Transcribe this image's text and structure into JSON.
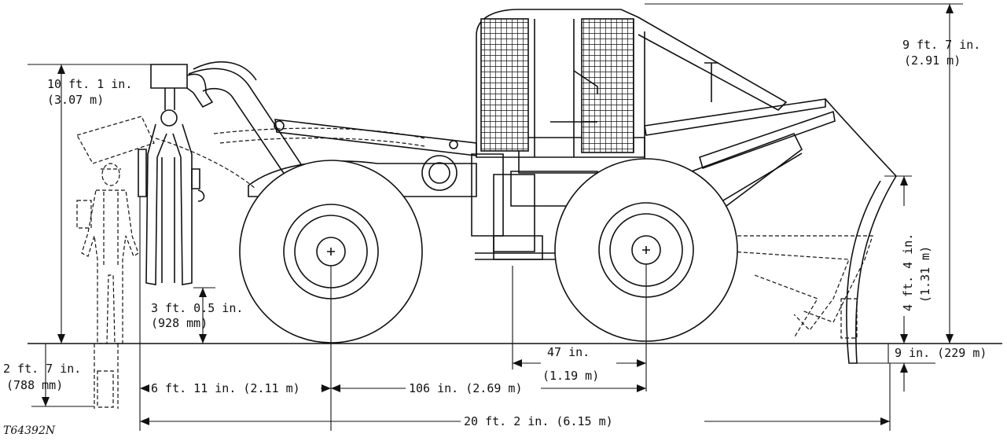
{
  "diagram": {
    "figure_id": "T64392N",
    "dimensions": {
      "cab_height": [
        "9 ft. 7 in.",
        "(2.91 m)"
      ],
      "arch_height": [
        "10 ft. 1 in.",
        "(3.07 m)"
      ],
      "grapple_clearance": [
        "3 ft. 0.5 in.",
        "(928 mm)"
      ],
      "below_ground": [
        "2 ft. 7 in.",
        "(788 mm)"
      ],
      "blade_height": [
        "4 ft. 4 in.",
        "(1.31 m)"
      ],
      "blade_drop": "9 in. (229 m)",
      "axle_offset": [
        "47 in.",
        "(1.19 m)"
      ],
      "front_overhang": "6 ft. 11 in. (2.11 m)",
      "wheelbase": "106 in. (2.69 m)",
      "overall_length": "20 ft. 2 in. (6.15 m)"
    }
  }
}
